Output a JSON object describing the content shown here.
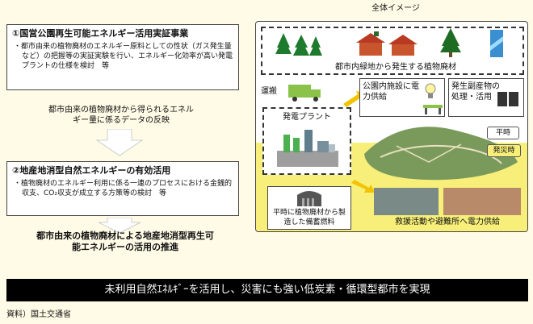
{
  "left": {
    "box1": {
      "title": "①国営公園再生可能エネルギー活用実証事業",
      "body": "・都市由来の植物廃材のエネルギー原料としての性状（ガス発生量など）の把握等の実証実験を行い、エネルギー化効率が高い発電プラントの仕様を検討　等"
    },
    "feedback_text": "都市由来の植物廃材から得られるエネルギー量に係るデータの反映",
    "box2": {
      "title": "②地産地消型自然エネルギーの有効活用",
      "body": "・植物廃材のエネルギー利用に係る一連のプロセスにおける金銭的収支、CO₂収支が成立する方策等の検討　等"
    },
    "promotion": "都市由来の植物廃材による地産地消型再生可能エネルギーの活用の推進"
  },
  "overview": {
    "title": "全体イメージ",
    "green_label": "都市内緑地から発生する植物廃材",
    "transport_label": "運搬",
    "plant_label": "発電プラント",
    "supply_label": "公園内施設に電力供給",
    "byproduct_label": "発生副産物の処理・活用",
    "normal_label": "平時",
    "disaster_label": "発災時",
    "fuel_label": "平時に植物廃材から製造した備蓄燃料",
    "rescue_label": "救援活動や避難所へ電力供給"
  },
  "banner": "未利用自然ｴﾈﾙｷﾞｰを活用し、災害にも強い低炭素・循環型都市を実現",
  "source": "資料）国土交通省"
}
